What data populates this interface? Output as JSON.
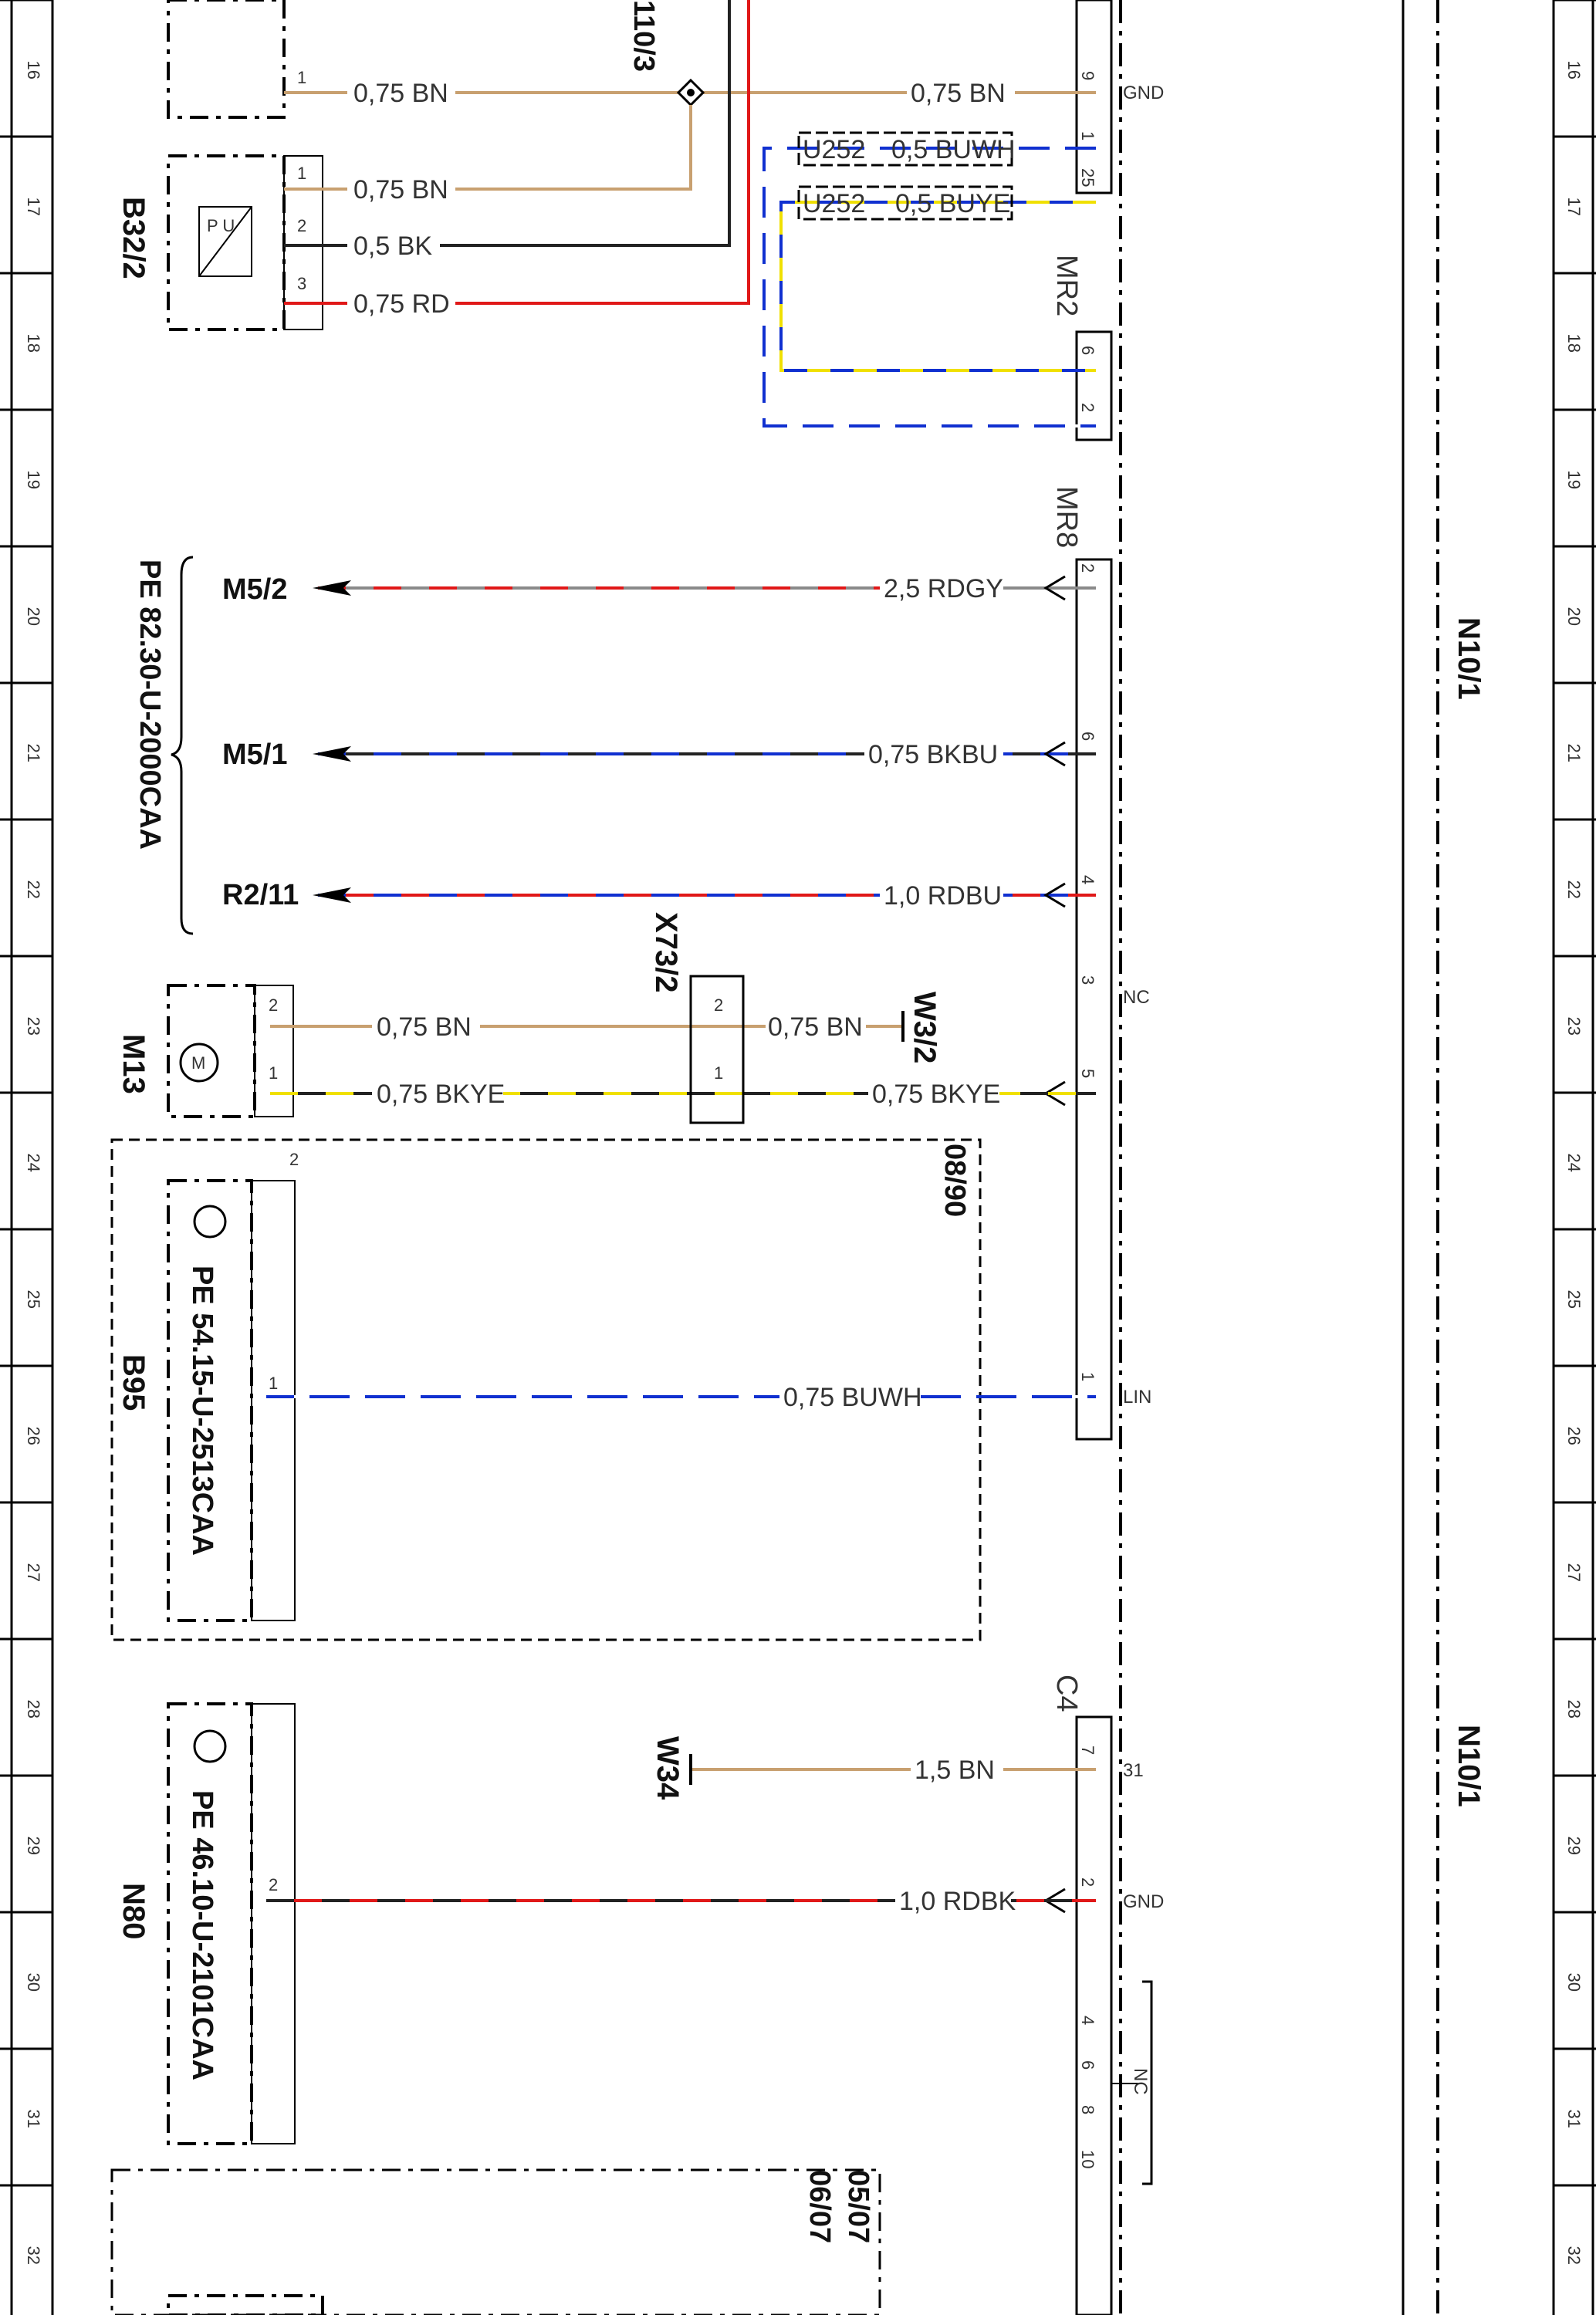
{
  "colors": {
    "BN": "#c8a070",
    "BK": "#222222",
    "RD": "#e01818",
    "BU": "#1030d0",
    "WH": "#ffffff",
    "YE": "#f0e000",
    "GY": "#8a8a8a"
  },
  "grid_rows": [
    "16",
    "17",
    "18",
    "19",
    "20",
    "21",
    "22",
    "23",
    "24",
    "25",
    "26",
    "27",
    "28",
    "29",
    "30",
    "31",
    "32"
  ],
  "components": {
    "b32_2": "B32/2",
    "m13": "M13",
    "b95": "B95",
    "n80": "N80",
    "x73_2": "X73/2",
    "w3_2": "W3/2",
    "w34": "W34",
    "n10_1_a": "N10/1",
    "n10_1_b": "N10/1",
    "mr2": "MR2",
    "mr8": "MR8",
    "c4": "C4",
    "u10_3": "110/3",
    "m5_2": "M5/2",
    "m5_1": "M5/1",
    "r2_11": "R2/11",
    "pe_1": "PE 82.30-U-2000CAA",
    "pe_2": "PE 54.15-U-2513CAA",
    "pe_3": "PE 46.10-U-2101CAA",
    "date_1": "08/90",
    "date_2": "05/07",
    "date_3": "06/07"
  },
  "wires": {
    "w1": "0,75 BN",
    "w2": "0,75 BN",
    "w3": "0,75 BN",
    "w4": "0,5 BK",
    "w5": "0,75 RD",
    "w6": "U252",
    "w6b": "0,5 BUWH",
    "w7": "U252",
    "w7b": "0,5 BUYE",
    "w8": "2,5 RDGY",
    "w9": "0,75 BKBU",
    "w10": "1,0 RDBU",
    "w11": "0,75 BN",
    "w12": "0,75 BN",
    "w13": "0,75 BKYE",
    "w14": "0,75 BKYE",
    "w15": "0,75 BUWH",
    "w16": "1,5 BN",
    "w17": "1,0 RDBK"
  },
  "pins": {
    "p9": "9",
    "p1a": "1",
    "p25": "25",
    "p6a": "6",
    "p2a": "2",
    "p2b": "2",
    "p6b": "6",
    "p4": "4",
    "p3": "3",
    "p5": "5",
    "p1b": "1",
    "p7": "7",
    "p2c": "2",
    "p4b": "4",
    "p6c": "6",
    "p8": "8",
    "p10": "10",
    "b1": "1",
    "b2": "2",
    "b3": "3",
    "m1": "1",
    "m2": "2",
    "x1": "1",
    "x2": "2",
    "b95_1": "1",
    "b95_2": "2",
    "n80_2": "2"
  },
  "functions": {
    "gnd1": "GND",
    "nc1": "NC",
    "lin": "LIN",
    "t31": "31",
    "gnd2": "GND",
    "nc2": "NC"
  },
  "symbols": {
    "pu": "P U",
    "motor": "M"
  }
}
